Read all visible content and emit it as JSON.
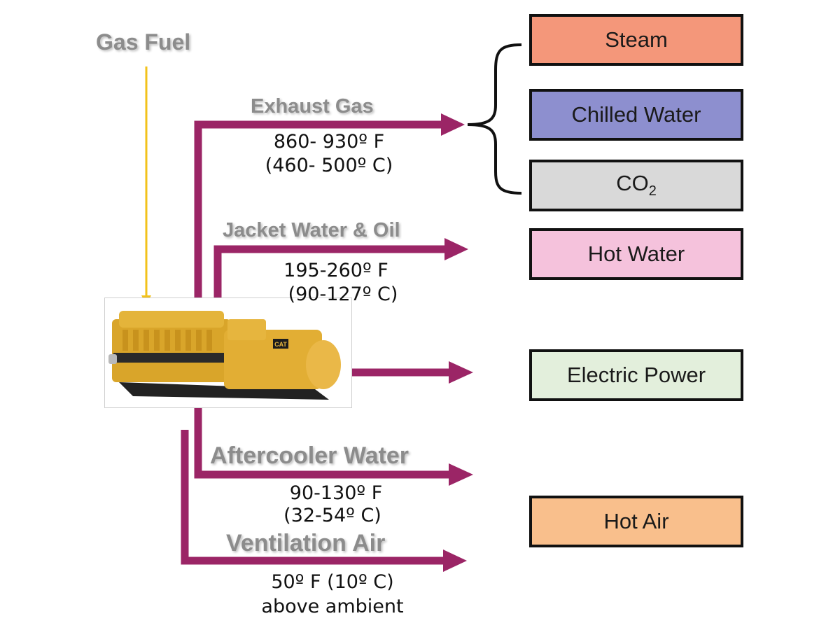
{
  "title": "Gas Engine Heat Recovery Diagram",
  "input": {
    "label": "Gas Fuel",
    "color": "#f2c21b"
  },
  "engine": {
    "name": "gas-engine-generator",
    "badge": "CAT"
  },
  "flows": [
    {
      "id": "exhaust",
      "label": "Exhaust Gas",
      "temp_f": "860- 930º F",
      "temp_c": "(460- 500º C)"
    },
    {
      "id": "jacket",
      "label": "Jacket Water & Oil",
      "temp_f": "195-260º F",
      "temp_c": "(90-127º C)"
    },
    {
      "id": "electric",
      "label": ""
    },
    {
      "id": "aftercooler",
      "label": "Aftercooler Water",
      "temp_f": "90-130º F",
      "temp_c": "(32-54º C)"
    },
    {
      "id": "ventilation",
      "label": "Ventilation Air",
      "temp_f": "50º F (10º C)",
      "temp_c": "above ambient"
    }
  ],
  "outputs": [
    {
      "label": "Steam",
      "color": "#f4977a"
    },
    {
      "label": "Chilled Water",
      "color": "#8d8fcf"
    },
    {
      "label": "CO",
      "subscript": "2",
      "color": "#d9d9d9"
    },
    {
      "label": "Hot Water",
      "color": "#f5c2dc"
    },
    {
      "label": "Electric Power",
      "color": "#e3efdc"
    },
    {
      "label": "Hot Air",
      "color": "#f9bf8c"
    }
  ],
  "colors": {
    "arrow": "#9b2566",
    "box_border": "#111111",
    "label_gray": "#8c8c8c"
  }
}
